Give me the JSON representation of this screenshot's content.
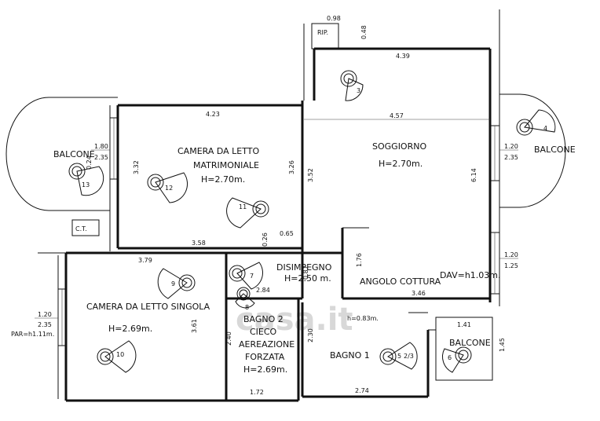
{
  "rooms": {
    "rip": "RIP.",
    "soggiorno": "SOGGIORNO",
    "soggiorno_h": "H=2.70m.",
    "camera_matr_1": "CAMERA DA LETTO",
    "camera_matr_2": "MATRIMONIALE",
    "camera_matr_h": "H=2.70m.",
    "camera_sing_1": "CAMERA DA LETTO SINGOLA",
    "camera_sing_h": "H=2.69m.",
    "disimpegno": "DISIMPEGNO",
    "disimpegno_h": "H=2.50 m.",
    "bagno2_1": "BAGNO 2",
    "bagno2_2": "CIECO",
    "bagno2_3": "AEREAZIONE",
    "bagno2_4": "FORZATA",
    "bagno2_h": "H=2.69m.",
    "bagno1": "BAGNO 1",
    "bagno1_h": "h=0.83m.",
    "angolo_cottura": "ANGOLO COTTURA",
    "dav": "DAV=h1.03m.",
    "balcone_left": "BALCONE",
    "balcone_right": "BALCONE",
    "balcone_bottom": "BALCONE",
    "ct": "C.T.",
    "par": "PAR=h1.11m."
  },
  "dimensions": {
    "rip_w": "0.98",
    "rip_h": "0.48",
    "sogg_top": "4.39",
    "sogg_mid": "4.57",
    "sogg_side": "6.14",
    "sogg_left": "3.52",
    "matr_top": "4.23",
    "matr_bottom": "3.58",
    "matr_side_l": "3.32",
    "matr_side_r": "3.26",
    "matr_win_1": "1.80",
    "matr_win_2": "2.35",
    "small_1": "0.24",
    "sogg_win_1": "1.20",
    "sogg_win_2": "2.35",
    "cook_win_1": "1.20",
    "cook_win_2": "1.25",
    "cook_side": "1.76",
    "cook_bottom": "3.46",
    "sing_top": "3.79",
    "sing_side": "3.61",
    "sing_win_1": "1.20",
    "sing_win_2": "2.35",
    "dis_a": "0.26",
    "dis_b": "0.65",
    "dis_c": "2.84",
    "dis_d": "0.87",
    "b2_side": "2.40",
    "b2_bottom": "1.72",
    "b1_side": "2.30",
    "b1_bottom": "2.74",
    "balc_top": "1.41",
    "balc_side": "1.45"
  },
  "markers": {
    "m3": "3",
    "m4": "4",
    "m5": "5",
    "m5b": "2/3",
    "m6": "6",
    "m7": "7",
    "m8": "8",
    "m9": "9",
    "m10": "10",
    "m11": "11",
    "m12": "12",
    "m13": "13"
  },
  "watermark": "casa.it"
}
